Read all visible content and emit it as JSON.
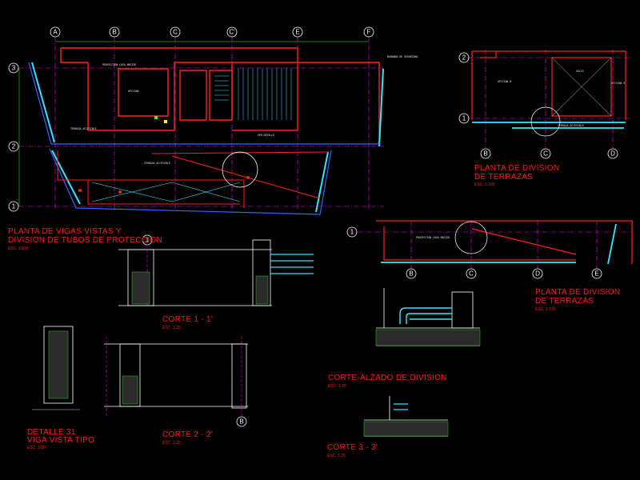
{
  "colors": {
    "background": "#000000",
    "grid": "#ff00ff",
    "wall": "#ff2020",
    "glass": "#33e6ff",
    "blue": "#3366ff",
    "green": "#33ff33",
    "yellow": "#ffff33",
    "text": "#ff2a2a",
    "white": "#ffffff"
  },
  "plan_main": {
    "grid_top": [
      "A",
      "B",
      "C",
      "C'",
      "E",
      "F"
    ],
    "grid_left": [
      "3",
      "2",
      "1"
    ],
    "room_labels": [
      "OFICINA",
      "TERRAZA ACCESIBLE",
      "TERRAZA ACCESIBLE"
    ],
    "note_labels": [
      "PROYECCION LOSA MACIZO",
      "BARANDA DE SEGURIDAD",
      "VER DETALLE"
    ],
    "title": "PLANTA DE VIGAS VISTAS Y\nDIVISION DE TUBOS DE PROTECCION",
    "title_line1": "PLANTA DE VIGAS VISTAS Y",
    "title_line2": "DIVISION DE TUBOS DE PROTECCION",
    "scale": "ESC. 1:100"
  },
  "plan_terrace_top": {
    "grid_bottom": [
      "B",
      "C",
      "D"
    ],
    "grid_left": [
      "2",
      "1"
    ],
    "room_labels": [
      "OFICINA B",
      "VACIO",
      "OFICINA 6",
      "TERRAZA ACCESIBLE"
    ],
    "title_line1": "PLANTA DE DIVISION",
    "title_line2": "DE TERRAZAS",
    "scale": "ESC. 1:100"
  },
  "plan_terrace_bottom": {
    "grid_bottom": [
      "B",
      "C",
      "D",
      "E"
    ],
    "grid_left": [
      "1"
    ],
    "note_labels": [
      "PROYECCION LOSA MACIZO"
    ],
    "title_line1": "PLANTA DE DIVISION",
    "title_line2": "DE TERRAZAS",
    "scale": "ESC. 1:100"
  },
  "section_1": {
    "marker": "1",
    "title": "CORTE 1 - 1'",
    "scale": "ESC. 1:25"
  },
  "section_alzado": {
    "title": "CORTE-ALZADO DE DIVISION",
    "scale": "ESC. 1:25"
  },
  "detail_31": {
    "title_line1": "DETALLE 31",
    "title_line2": "VIGA VISTA TIPO",
    "scale": "ESC. 1:10"
  },
  "section_2": {
    "marker": "B",
    "title": "CORTE 2 - 2'",
    "scale": "ESC. 1:25"
  },
  "section_3": {
    "title": "CORTE 3 - 3'",
    "scale": "ESC. 1:25"
  }
}
